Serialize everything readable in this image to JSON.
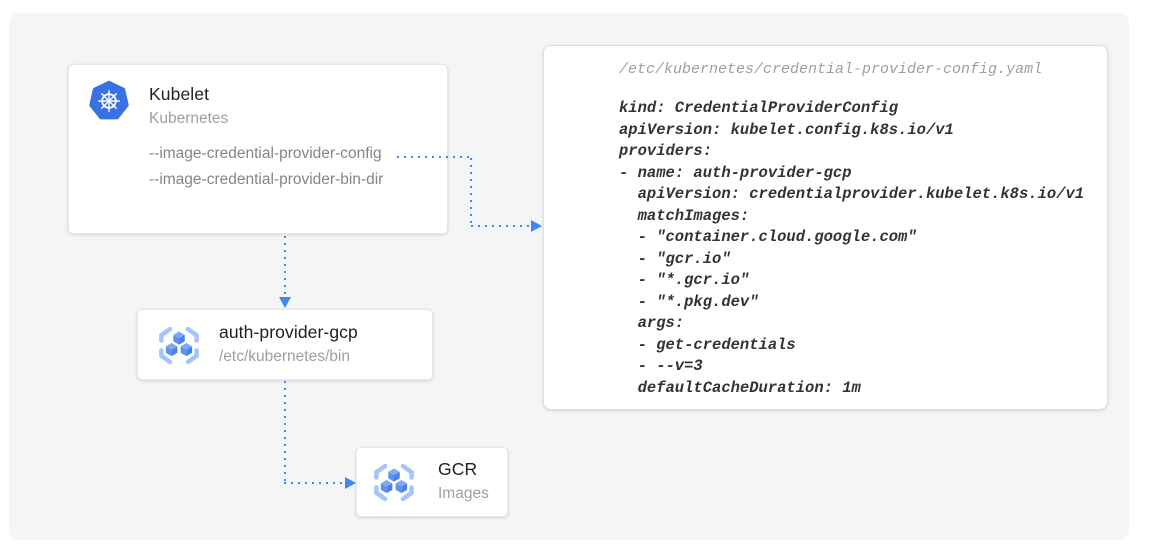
{
  "diagram": {
    "kubelet": {
      "title": "Kubelet",
      "subtitle": "Kubernetes",
      "flags": [
        "--image-credential-provider-config",
        "--image-credential-provider-bin-dir"
      ],
      "icon": "kubernetes-icon"
    },
    "auth_provider": {
      "title": "auth-provider-gcp",
      "subtitle": "/etc/kubernetes/bin",
      "icon": "container-registry-icon"
    },
    "gcr": {
      "title": "GCR",
      "subtitle": "Images",
      "icon": "container-registry-icon"
    },
    "config_panel": {
      "filename": "/etc/kubernetes/credential-provider-config.yaml",
      "yaml": "kind: CredentialProviderConfig\napiVersion: kubelet.config.k8s.io/v1\nproviders:\n- name: auth-provider-gcp\n  apiVersion: credentialprovider.kubelet.k8s.io/v1\n  matchImages:\n  - \"container.cloud.google.com\"\n  - \"gcr.io\"\n  - \"*.gcr.io\"\n  - \"*.pkg.dev\"\n  args:\n  - get-credentials\n  - --v=3\n  defaultCacheDuration: 1m"
    },
    "connections": [
      {
        "from": "kubelet.--image-credential-provider-config",
        "to": "config_panel",
        "style": "dotted-arrow"
      },
      {
        "from": "kubelet",
        "to": "auth_provider",
        "style": "dotted-arrow"
      },
      {
        "from": "auth_provider",
        "to": "gcr",
        "style": "dotted-arrow"
      }
    ],
    "colors": {
      "arrow_blue": "#4285f4",
      "kubernetes_blue": "#3871e2",
      "cube_blue": "#4a82ea",
      "bracket_blue": "#a5c4fa",
      "canvas_gray": "#f5f5f6"
    }
  }
}
